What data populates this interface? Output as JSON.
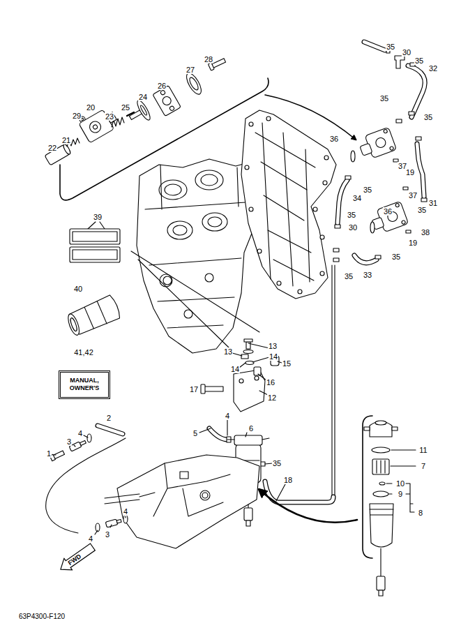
{
  "diagram": {
    "nodes": [
      {
        "text": [
          "MANUAL, OWNER'S"
        ]
      },
      {
        "text": [
          "FWD"
        ]
      }
    ],
    "labels": [
      "35",
      "30",
      "35",
      "28",
      "32",
      "27",
      "26",
      "24",
      "35",
      "20",
      "25",
      "23",
      "29",
      "35",
      "36",
      "21",
      "22",
      "37",
      "19",
      "35",
      "37",
      "34",
      "31",
      "35",
      "36",
      "35",
      "39",
      "30",
      "38",
      "19",
      "35",
      "33",
      "35",
      "40",
      "13",
      "41,42",
      "14",
      "13",
      "15",
      "14",
      "16",
      "17",
      "12",
      "2",
      "4",
      "6",
      "4",
      "5",
      "11",
      "3",
      "1",
      "35",
      "7",
      "10",
      "18",
      "9",
      "8",
      "4",
      "3",
      "4",
      "63P4300-F120"
    ]
  }
}
